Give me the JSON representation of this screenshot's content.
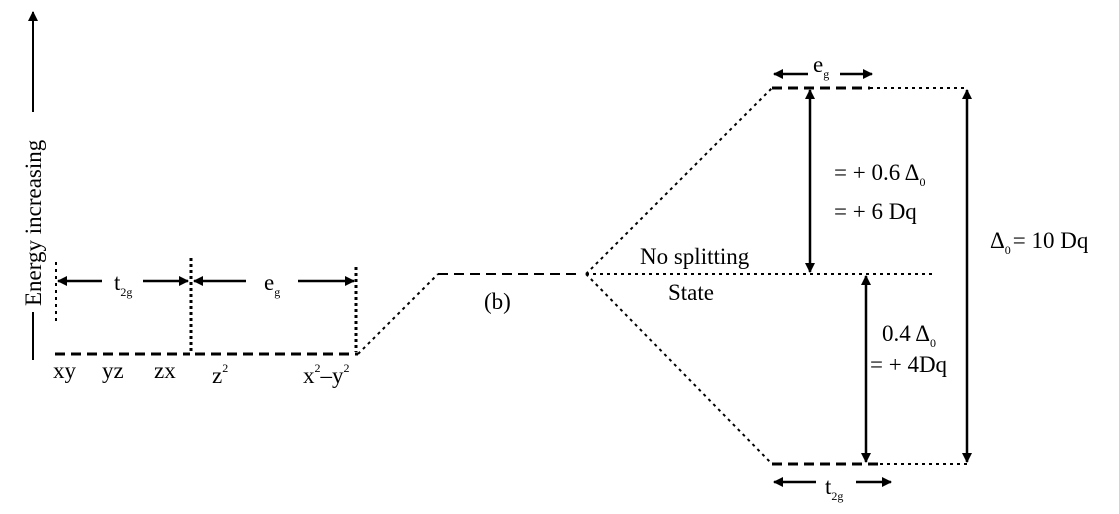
{
  "diagram": {
    "axis_label": "Energy increasing",
    "figure_label": "(b)",
    "left_levels": {
      "t2g_main": "t",
      "t2g_sub": "2g",
      "eg_main": "e",
      "eg_sub": "g",
      "orbitals": {
        "xy": "xy",
        "yz": "yz",
        "zx": "zx",
        "z2_main": "z",
        "z2_sup": "2",
        "x2y2_x": "x",
        "x2y2_x_sup": "2",
        "x2y2_minus": "–",
        "x2y2_y": "y",
        "x2y2_y_sup": "2"
      }
    },
    "center": {
      "no_splitting": "No splitting",
      "state": "State"
    },
    "upper": {
      "eg_main": "e",
      "eg_sub": "g",
      "line1": "= + 0.6 Δ",
      "line1_sub": "0",
      "line2": "= + 6 Dq"
    },
    "lower": {
      "line1": "0.4 Δ",
      "line1_sub": "0",
      "line2": "= + 4Dq",
      "t2g_main": "t",
      "t2g_sub": "2g"
    },
    "total": {
      "delta": "Δ",
      "delta_sub": "0",
      "rest": "= 10 Dq"
    }
  }
}
